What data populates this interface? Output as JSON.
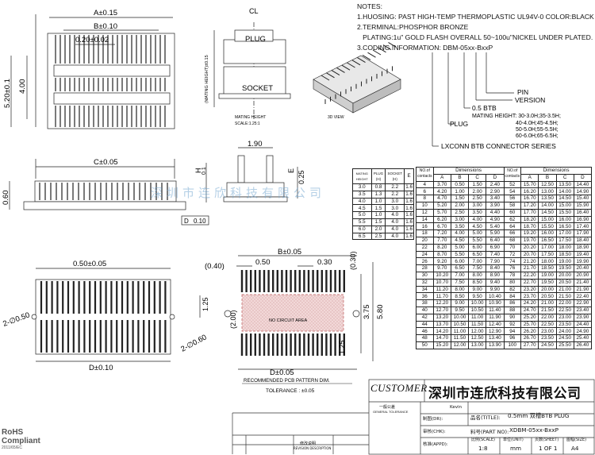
{
  "notes": {
    "title": "NOTES:",
    "lines": [
      "1.HUOSING: PAST HIGH-TEMP THERMOPLASTIC UL94V-0 COLOR:BLACK",
      "2.TERMINAL:PHOSPHOR BRONZE",
      "   PLATING:1u\" GOLD FLASH OVERALL 50~100u\"NICKEL UNDER PLATED.",
      "3.CODING INFORMATION: DBM-05xx-BxxP"
    ]
  },
  "coding": {
    "pin": "PIN",
    "version": "VERSION",
    "btb": "0.5 BTB",
    "mating_height_title": "MATING HEIGHT: 30-3.0H;35-3.5H;",
    "mating_height_lines": [
      "40-4.0H;45-4.5H;",
      "50-5.0H;55-5.5H;",
      "60-6.0H;65-6.5H;"
    ],
    "plug": "PLUG",
    "series": "LXCONN BTB CONNECTOR SERIES"
  },
  "top_view": {
    "dim_a": "A±0.15",
    "dim_b": "B±0.10",
    "dim_pitch": "0.20±0.02",
    "dim_h1": "5.20±0.1",
    "dim_h2": "4.00"
  },
  "mating_view": {
    "centerline": "CL",
    "plug": "PLUG",
    "socket": "SOCKET",
    "side_label": "(MATING HEIGHT)±0.15",
    "caption": "MATING HEIGHT",
    "scale": "SCALE:1.25:1"
  },
  "iso_view": {
    "caption": "3D VIEW"
  },
  "side_view": {
    "dim_c": "C±0.05",
    "dim_height": "0.60",
    "dim_d": "D",
    "dim_d_tol": "0.10"
  },
  "end_view": {
    "dim_top": "1.90",
    "dim_e": "E",
    "dim_h": "H",
    "dim_h_tol": "0.1",
    "dim_025": "0.25"
  },
  "bottom_view": {
    "pitch": "0.50±0.05",
    "hole": "2-∅0.50",
    "dim_d": "D±0.10",
    "dim_125": "1.25"
  },
  "pcb_pattern": {
    "dim_b": "B±0.05",
    "dim_040": "(0.40)",
    "dim_050": "0.50",
    "dim_030_top": "0.30",
    "dim_030_right": "(0.30)",
    "hole": "2-∅0.60",
    "dim_200": "(2.00)",
    "dim_580": "5.80",
    "dim_375": "3.75",
    "dim_125": "1.25",
    "dim_d": "D±0.05",
    "no_circuit": "NO CIRCUIT AREA",
    "caption": "RECOMMENDED PCB PATTERN DIM.",
    "tolerance": "TOLERANCE : ±0.05"
  },
  "watermark": "深圳市连欣科技有限公司",
  "small_table": {
    "headers": [
      "MATING HEIGHT",
      "PLUG (H)",
      "SOCKET (H)",
      "E"
    ],
    "rows": [
      [
        "3.0",
        "0.8",
        "2.2",
        "1.6"
      ],
      [
        "3.5",
        "1.3",
        "2.2",
        "1.6"
      ],
      [
        "4.0",
        "1.0",
        "3.0",
        "1.6"
      ],
      [
        "4.5",
        "1.5",
        "3.0",
        "1.6"
      ],
      [
        "5.0",
        "1.0",
        "4.0",
        "1.6"
      ],
      [
        "5.5",
        "1.5",
        "4.0",
        "1.6"
      ],
      [
        "6.0",
        "2.0",
        "4.0",
        "1.6"
      ],
      [
        "6.5",
        "2.5",
        "4.0",
        "1.6"
      ]
    ]
  },
  "dim_table": {
    "noc": "NO.of contacts",
    "dimensions": "Dimensions",
    "cols": [
      "A",
      "B",
      "C",
      "D"
    ],
    "left": [
      [
        "4",
        "3.70",
        "0.50",
        "1.50",
        "2.40"
      ],
      [
        "6",
        "4.20",
        "1.00",
        "2.00",
        "2.90"
      ],
      [
        "8",
        "4.70",
        "1.50",
        "2.50",
        "3.40"
      ],
      [
        "10",
        "5.20",
        "2.00",
        "3.00",
        "3.90"
      ],
      [
        "12",
        "5.70",
        "2.50",
        "3.50",
        "4.40"
      ],
      [
        "14",
        "6.20",
        "3.00",
        "4.00",
        "4.90"
      ],
      [
        "16",
        "6.70",
        "3.50",
        "4.50",
        "5.40"
      ],
      [
        "18",
        "7.20",
        "4.00",
        "5.00",
        "5.90"
      ],
      [
        "20",
        "7.70",
        "4.50",
        "5.50",
        "6.40"
      ],
      [
        "22",
        "8.20",
        "5.00",
        "6.00",
        "6.90"
      ],
      [
        "24",
        "8.70",
        "5.50",
        "6.50",
        "7.40"
      ],
      [
        "26",
        "9.20",
        "6.00",
        "7.00",
        "7.90"
      ],
      [
        "28",
        "9.70",
        "6.50",
        "7.50",
        "8.40"
      ],
      [
        "30",
        "10.20",
        "7.00",
        "8.00",
        "8.90"
      ],
      [
        "32",
        "10.70",
        "7.50",
        "8.50",
        "9.40"
      ],
      [
        "34",
        "11.20",
        "8.00",
        "9.00",
        "9.90"
      ],
      [
        "36",
        "11.70",
        "8.50",
        "9.50",
        "10.40"
      ],
      [
        "38",
        "12.20",
        "9.00",
        "10.00",
        "10.90"
      ],
      [
        "40",
        "12.70",
        "9.50",
        "10.50",
        "11.40"
      ],
      [
        "42",
        "13.20",
        "10.00",
        "11.00",
        "11.90"
      ],
      [
        "44",
        "13.70",
        "10.50",
        "11.50",
        "12.40"
      ],
      [
        "46",
        "14.20",
        "11.00",
        "12.00",
        "12.90"
      ],
      [
        "48",
        "14.70",
        "11.50",
        "12.50",
        "13.40"
      ],
      [
        "50",
        "15.20",
        "12.00",
        "13.00",
        "13.90"
      ]
    ],
    "right": [
      [
        "52",
        "15.70",
        "12.50",
        "13.50",
        "14.40"
      ],
      [
        "54",
        "16.20",
        "13.00",
        "14.00",
        "14.90"
      ],
      [
        "56",
        "16.70",
        "13.50",
        "14.50",
        "15.40"
      ],
      [
        "58",
        "17.20",
        "14.00",
        "15.00",
        "15.90"
      ],
      [
        "60",
        "17.70",
        "14.50",
        "15.50",
        "16.40"
      ],
      [
        "62",
        "18.20",
        "15.00",
        "16.00",
        "16.90"
      ],
      [
        "64",
        "18.70",
        "15.50",
        "16.50",
        "17.40"
      ],
      [
        "66",
        "19.20",
        "16.00",
        "17.00",
        "17.90"
      ],
      [
        "68",
        "19.70",
        "16.50",
        "17.50",
        "18.40"
      ],
      [
        "70",
        "20.20",
        "17.00",
        "18.00",
        "18.90"
      ],
      [
        "72",
        "20.70",
        "17.50",
        "18.50",
        "19.40"
      ],
      [
        "74",
        "21.20",
        "18.00",
        "19.00",
        "19.90"
      ],
      [
        "76",
        "21.70",
        "18.50",
        "19.50",
        "20.40"
      ],
      [
        "78",
        "22.20",
        "19.00",
        "20.00",
        "20.90"
      ],
      [
        "80",
        "22.70",
        "19.50",
        "20.50",
        "21.40"
      ],
      [
        "82",
        "23.20",
        "20.00",
        "21.00",
        "21.90"
      ],
      [
        "84",
        "23.70",
        "20.50",
        "21.50",
        "22.40"
      ],
      [
        "86",
        "24.20",
        "21.00",
        "22.00",
        "22.90"
      ],
      [
        "88",
        "24.70",
        "21.50",
        "22.50",
        "23.40"
      ],
      [
        "90",
        "25.20",
        "22.00",
        "23.00",
        "23.90"
      ],
      [
        "92",
        "25.70",
        "22.50",
        "23.50",
        "24.40"
      ],
      [
        "94",
        "26.20",
        "23.00",
        "24.00",
        "24.90"
      ],
      [
        "96",
        "26.70",
        "23.50",
        "24.50",
        "25.40"
      ],
      [
        "100",
        "27.70",
        "24.50",
        "25.50",
        "26.40"
      ]
    ]
  },
  "title_block": {
    "customer": "CUSTOMER",
    "company": "深圳市连欣科技有限公司",
    "general_tolerance_cn": "一般公差",
    "general_tolerance": "GENERAL TOLERANCE",
    "drawn_label": "制图(DR):",
    "drawn_by": "Kevin",
    "title_label": "品名(TITLE):",
    "title_value": "0.5mm 双槽BTB PLUG",
    "check_label": "审核(CHK):",
    "part_no_label": "料号(PART NO):",
    "part_no": "XDBM-05xx-BxxP",
    "approve_label": "核准(APPD):",
    "scale_label": "比例(SCALE)",
    "unit_label": "单位(UNIT)",
    "sheet_label": "页数(SHEET)",
    "size_label": "图幅(SIZE)",
    "scale": "1:8",
    "unit": "mm",
    "sheet": "1 OF 1",
    "size": "A4",
    "rev_label": "修改说明",
    "rev_desc": "REVISION DESCRIPTION"
  },
  "rohs": {
    "line1": "RoHS",
    "line2": "Compliant",
    "line3": "2011/65/EC"
  }
}
